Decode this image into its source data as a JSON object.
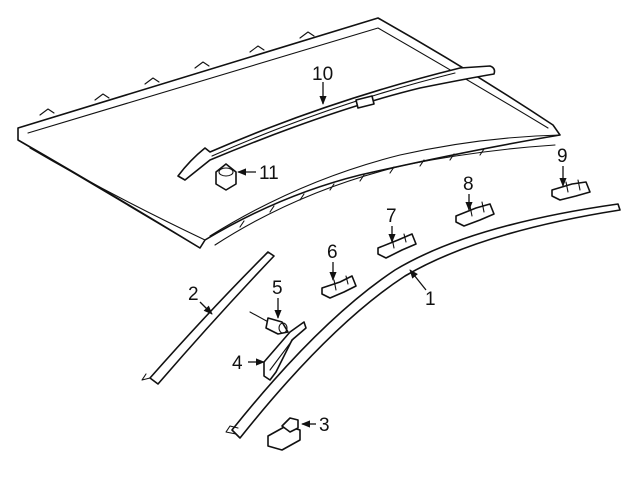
{
  "diagram": {
    "callouts": {
      "c1": "1",
      "c2": "2",
      "c3": "3",
      "c4": "4",
      "c5": "5",
      "c6": "6",
      "c7": "7",
      "c8": "8",
      "c9": "9",
      "c10": "10",
      "c11": "11"
    },
    "line_color": "#111111",
    "background": "#ffffff"
  }
}
